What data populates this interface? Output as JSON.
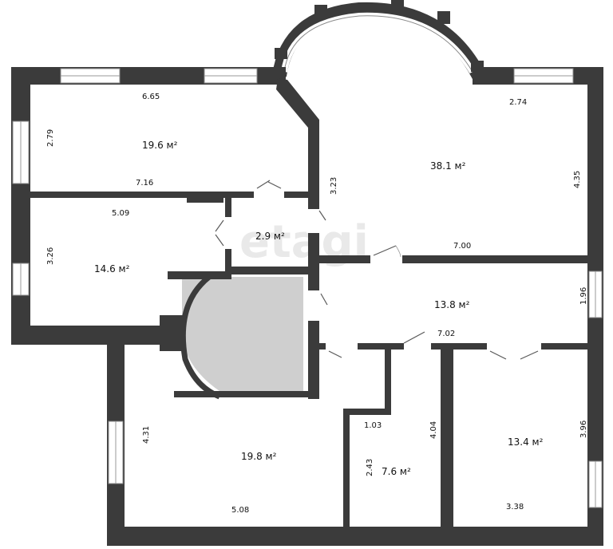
{
  "watermark": "etagi",
  "rooms": [
    {
      "id": "room-19-6",
      "area": "19.6 м²",
      "dims": [
        "6.65",
        "2.79",
        "7.16"
      ]
    },
    {
      "id": "room-38-1",
      "area": "38.1 м²",
      "dims": [
        "2.74",
        "4.35",
        "3.23",
        "7.00"
      ]
    },
    {
      "id": "room-14-6",
      "area": "14.6 м²",
      "dims": [
        "5.09",
        "3.26"
      ]
    },
    {
      "id": "room-2-9",
      "area": "2.9 м²",
      "dims": []
    },
    {
      "id": "room-13-8",
      "area": "13.8 м²",
      "dims": [
        "1.96",
        "7.02"
      ]
    },
    {
      "id": "room-19-8",
      "area": "19.8 м²",
      "dims": [
        "4.31",
        "5.08"
      ]
    },
    {
      "id": "room-7-6",
      "area": "7.6 м²",
      "dims": [
        "1.03",
        "4.04",
        "2.43"
      ]
    },
    {
      "id": "room-13-4",
      "area": "13.4 м²",
      "dims": [
        "3.96",
        "3.38"
      ]
    }
  ]
}
